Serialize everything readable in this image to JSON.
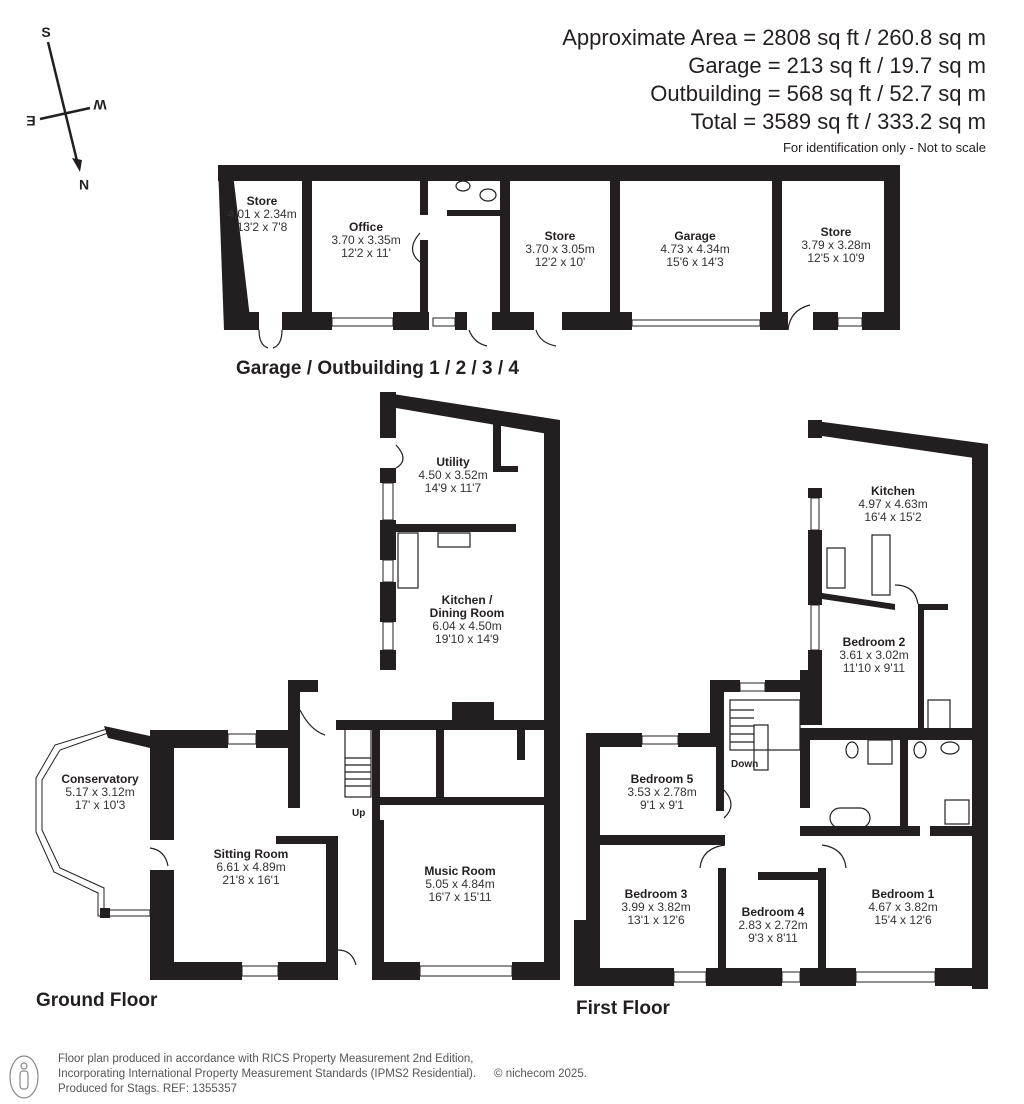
{
  "areas": {
    "approx": "Approximate Area = 2808 sq ft / 260.8 sq m",
    "garage": "Garage = 213 sq ft / 19.7 sq m",
    "outbuilding": "Outbuilding = 568 sq ft / 52.7 sq m",
    "total": "Total = 3589 sq ft / 333.2 sq m",
    "note": "For identification only - Not to scale"
  },
  "compass": {
    "n": "N",
    "s": "S",
    "e": "E",
    "w": "W"
  },
  "floors": {
    "outbuilding": {
      "label": "Garage / Outbuilding 1 / 2 / 3 / 4",
      "rooms": [
        {
          "name": "Store",
          "metric": "4.01 x 2.34m",
          "imperial": "13'2 x 7'8"
        },
        {
          "name": "Office",
          "metric": "3.70 x 3.35m",
          "imperial": "12'2 x 11'"
        },
        {
          "name": "Store",
          "metric": "3.70 x 3.05m",
          "imperial": "12'2 x 10'"
        },
        {
          "name": "Garage",
          "metric": "4.73 x 4.34m",
          "imperial": "15'6 x 14'3"
        },
        {
          "name": "Store",
          "metric": "3.79 x 3.28m",
          "imperial": "12'5 x 10'9"
        }
      ]
    },
    "ground": {
      "label": "Ground Floor",
      "stairs": "Up",
      "rooms": [
        {
          "name": "Utility",
          "metric": "4.50 x 3.52m",
          "imperial": "14'9 x 11'7"
        },
        {
          "name": "Kitchen /",
          "name2": "Dining Room",
          "metric": "6.04 x 4.50m",
          "imperial": "19'10 x 14'9"
        },
        {
          "name": "Conservatory",
          "metric": "5.17 x 3.12m",
          "imperial": "17' x 10'3"
        },
        {
          "name": "Sitting Room",
          "metric": "6.61 x 4.89m",
          "imperial": "21'8 x 16'1"
        },
        {
          "name": "Music Room",
          "metric": "5.05 x 4.84m",
          "imperial": "16'7 x 15'11"
        }
      ]
    },
    "first": {
      "label": "First Floor",
      "stairs": "Down",
      "rooms": [
        {
          "name": "Kitchen",
          "metric": "4.97 x 4.63m",
          "imperial": "16'4 x 15'2"
        },
        {
          "name": "Bedroom 2",
          "metric": "3.61 x 3.02m",
          "imperial": "11'10 x 9'11"
        },
        {
          "name": "Bedroom 5",
          "metric": "3.53 x 2.78m",
          "imperial": "9'1 x 9'1"
        },
        {
          "name": "Bedroom 3",
          "metric": "3.99 x 3.82m",
          "imperial": "13'1 x 12'6"
        },
        {
          "name": "Bedroom 4",
          "metric": "2.83 x 2.72m",
          "imperial": "9'3 x 8'11"
        },
        {
          "name": "Bedroom 1",
          "metric": "4.67 x 3.82m",
          "imperial": "15'4 x 12'6"
        }
      ]
    }
  },
  "footer": {
    "line1": "Floor plan produced in accordance with RICS Property Measurement 2nd Edition,",
    "line2": "Incorporating International Property Measurement Standards (IPMS2 Residential).",
    "copyright": "© nichecom 2025.",
    "line3": "Produced for Stags.   REF: 1355357"
  },
  "colors": {
    "wall": "#231f20",
    "text": "#231f20",
    "background": "#ffffff"
  }
}
